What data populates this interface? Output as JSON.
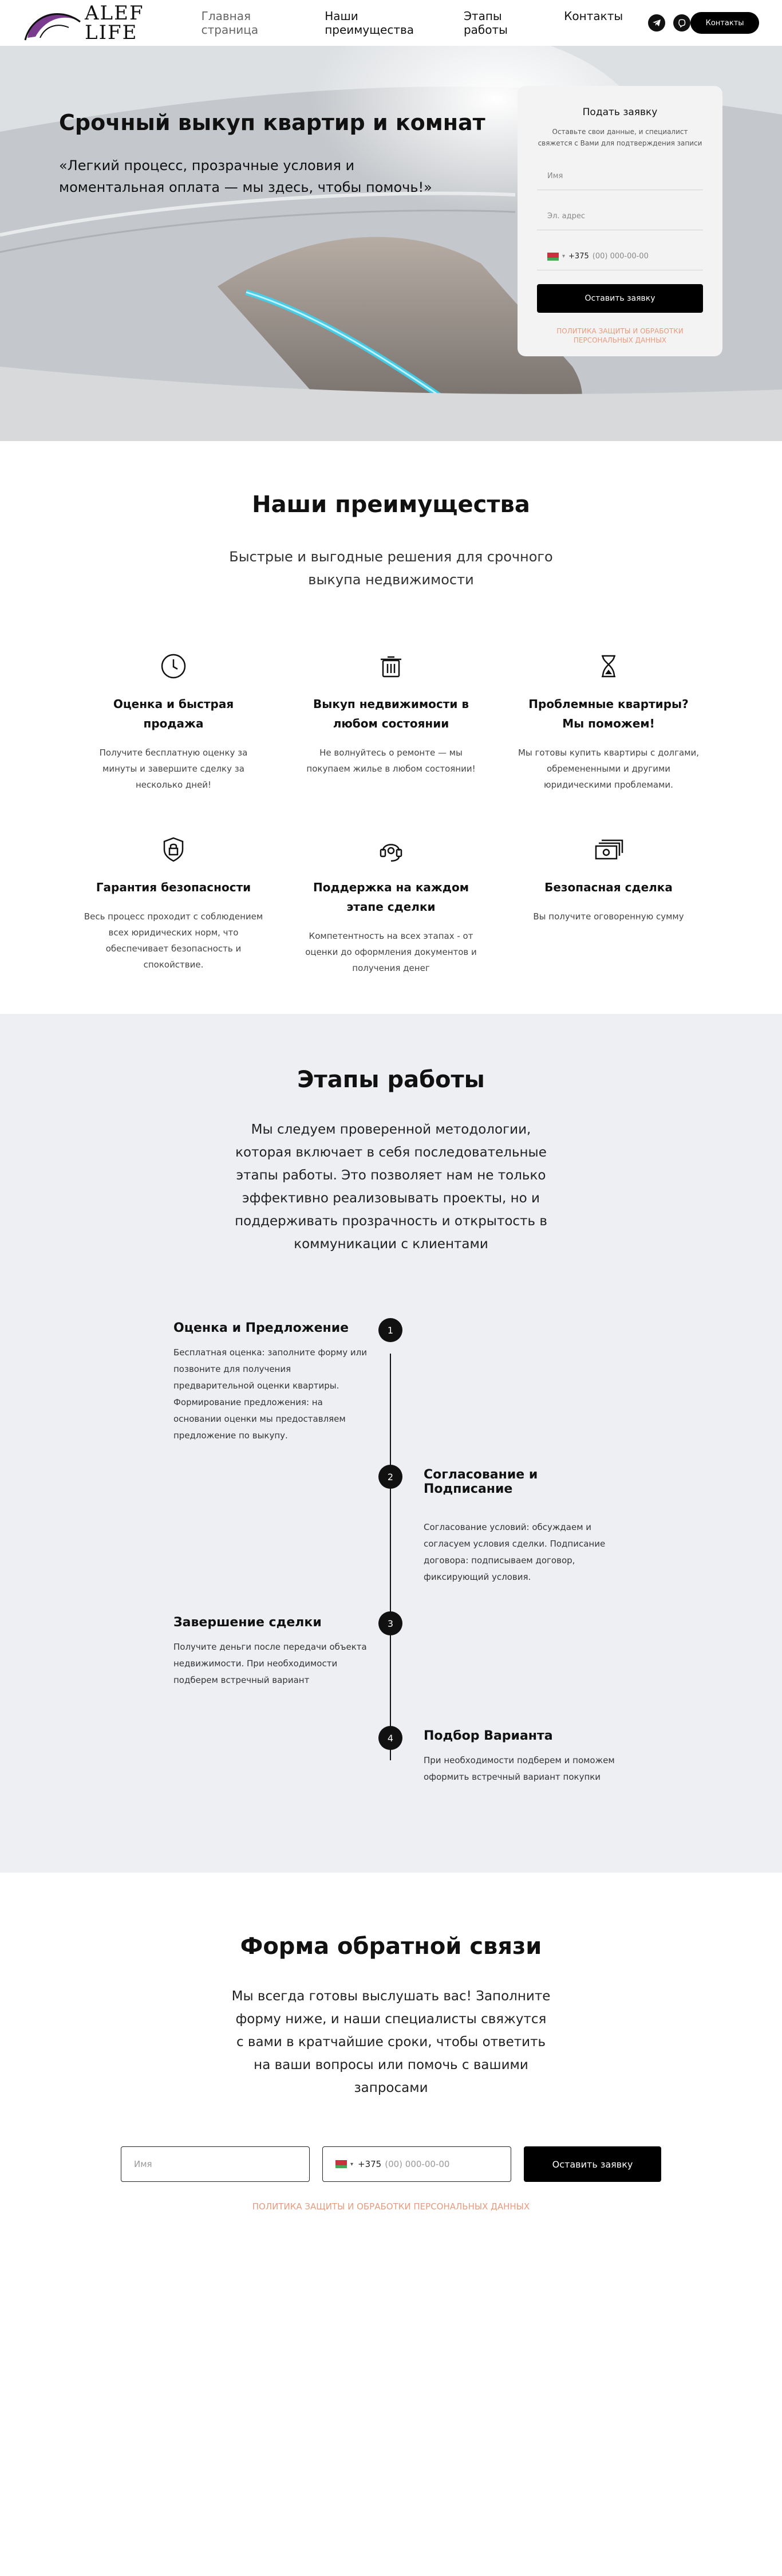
{
  "header": {
    "logo_text_line1": "ALEF",
    "logo_text_line2": "LIFE",
    "nav": [
      "Главная страница",
      "Наши преимущества",
      "Этапы работы",
      "Контакты"
    ],
    "social_icons": [
      "telegram-icon",
      "viber-icon"
    ],
    "contacts_button": "Контакты"
  },
  "hero": {
    "title": "Срочный выкуп квартир и комнат",
    "subtitle": "«Легкий процесс, прозрачные условия и моментальная оплата — мы здесь, чтобы помочь!»",
    "form": {
      "title": "Подать заявку",
      "note": "Оставьте свои данные, и специалист свяжется с Вами для подтверждения записи",
      "name_placeholder": "Имя",
      "email_placeholder": "Эл. адрес",
      "phone_code": "+375",
      "phone_placeholder": "(00) 000-00-00",
      "submit": "Оставить заявку",
      "policy": "ПОЛИТИКА ЗАЩИТЫ И ОБРАБОТКИ ПЕРСОНАЛЬНЫХ ДАННЫХ"
    }
  },
  "advantages": {
    "title": "Наши преимущества",
    "lead": "Быстрые и выгодные решения для срочного выкупа недвижимости",
    "items": [
      {
        "icon": "clock-icon",
        "title": "Оценка и быстрая продажа",
        "text": "Получите бесплатную оценку за минуты и завершите сделку за несколько дней!"
      },
      {
        "icon": "trash-icon",
        "title": "Выкуп недвижимости в любом состоянии",
        "text": "Не волнуйтесь о ремонте — мы покупаем жилье в любом состоянии!"
      },
      {
        "icon": "hourglass-icon",
        "title": "Проблемные квартиры? Мы поможем!",
        "text": "Мы готовы купить квартиры с долгами, обремененными и другими юридическими проблемами."
      },
      {
        "icon": "lock-shield-icon",
        "title": "Гарантия безопасности",
        "text": "Весь процесс проходит с соблюдением всех юридических норм, что обеспечивает безопасность и спокойствие."
      },
      {
        "icon": "headset-icon",
        "title": "Поддержка на каждом этапе сделки",
        "text": "Компетентность на всех этапах - от оценки до оформления документов и получения денег"
      },
      {
        "icon": "money-icon",
        "title": "Безопасная сделка",
        "text": "Вы получите оговоренную сумму"
      }
    ]
  },
  "stages": {
    "title": "Этапы работы",
    "lead": "Мы следуем проверенной методологии, которая включает в себя последовательные этапы работы. Это позволяет нам не только эффективно реализовывать проекты, но и поддерживать прозрачность и открытость в коммуникации с клиентами",
    "steps": [
      {
        "num": "1",
        "title": "Оценка и Предложение",
        "text": "Бесплатная оценка: заполните форму или позвоните для получения предварительной оценки квартиры. Формирование предложения: на основании оценки мы предоставляем предложение по выкупу."
      },
      {
        "num": "2",
        "title": "Согласование и Подписание",
        "text": "Согласование условий: обсуждаем и согласуем условия сделки. Подписание договора: подписываем договор, фиксирующий условия."
      },
      {
        "num": "3",
        "title": "Завершение сделки",
        "text": "Получите деньги после передачи объекта недвижимости. При необходимости подберем встречный вариант"
      },
      {
        "num": "4",
        "title": "Подбор Варианта",
        "text": "При необходимости подберем и поможем оформить встречный вариант покупки"
      }
    ]
  },
  "feedback": {
    "title": "Форма обратной связи",
    "lead": "Мы всегда готовы выслушать вас! Заполните форму ниже, и наши специалисты свяжутся с вами в кратчайшие сроки, чтобы ответить на ваши вопросы или помочь с вашими запросами",
    "name_placeholder": "Имя",
    "phone_code": "+375",
    "phone_placeholder": "(00) 000-00-00",
    "submit": "Оставить заявку",
    "policy": "ПОЛИТИКА ЗАЩИТЫ И ОБРАБОТКИ ПЕРСОНАЛЬНЫХ ДАННЫХ"
  },
  "colors": {
    "accent": "#000000",
    "policy": "#e89a7d",
    "stages_bg": "#eeeff2",
    "neon": "#3fd3f0"
  }
}
